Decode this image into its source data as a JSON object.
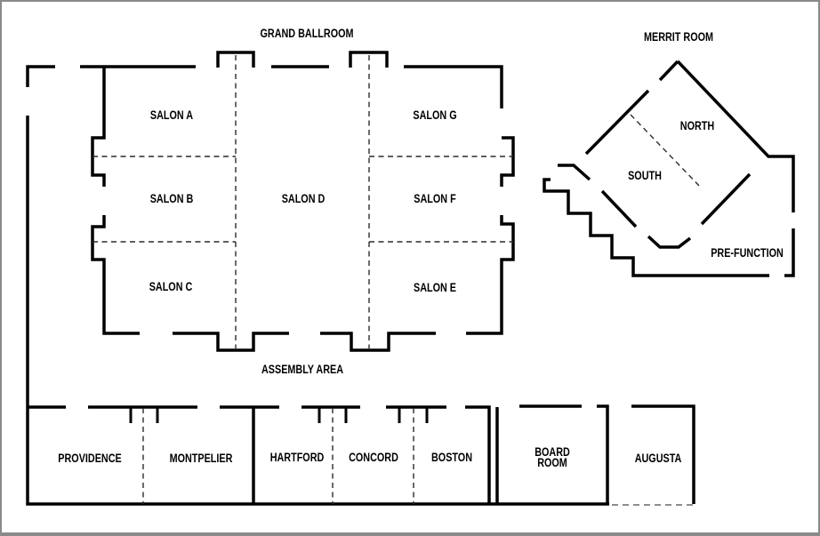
{
  "colors": {
    "wall": "#000000",
    "text": "#000000",
    "dashed": "#2a2a2a",
    "background": "#ffffff",
    "frame_border": "#8a8a8a"
  },
  "areas": {
    "grand_ballroom": {
      "title": "GRAND BALLROOM",
      "salon_a": "SALON A",
      "salon_b": "SALON B",
      "salon_c": "SALON C",
      "salon_d": "SALON D",
      "salon_e": "SALON E",
      "salon_f": "SALON F",
      "salon_g": "SALON G"
    },
    "assembly": {
      "label": "ASSEMBLY AREA"
    },
    "merrit_room": {
      "title": "MERRIT ROOM",
      "north": "NORTH",
      "south": "SOUTH",
      "pre_function": "PRE-FUNCTION"
    },
    "meeting_rooms": {
      "providence": "PROVIDENCE",
      "montpelier": "MONTPELIER",
      "hartford": "HARTFORD",
      "concord": "CONCORD",
      "boston": "BOSTON",
      "board_room_line1": "BOARD",
      "board_room_line2": "ROOM",
      "augusta": "AUGUSTA"
    }
  }
}
